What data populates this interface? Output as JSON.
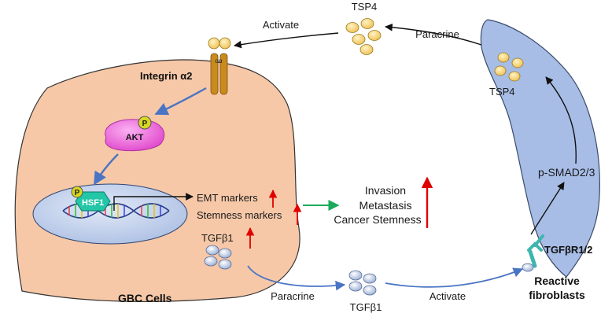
{
  "labels": {
    "tsp4_top": "TSP4",
    "activate_top": "Activate",
    "paracrine_top": "Paracrine",
    "integrin": "Integrin α2",
    "integrin_subunit": "αα",
    "akt": "AKT",
    "phospho_akt": "P",
    "phospho_hsf1": "P",
    "hsf1": "HSF1",
    "emt_markers": "EMT markers",
    "stemness_markers": "Stemness markers",
    "tgfb1_cell": "TGFβ1",
    "outcome_invasion": "Invasion",
    "outcome_metastasis": "Metastasis",
    "outcome_stemness": "Cancer Stemness",
    "gbc_cells": "GBC Cells",
    "paracrine_bottom": "Paracrine",
    "tgfb1_bottom": "TGFβ1",
    "activate_bottom": "Activate",
    "tsp4_fibro": "TSP4",
    "psmad": "p-SMAD2/3",
    "tgfbr": "TGFβR1/2",
    "fibro_line1": "Reactive",
    "fibro_line2": "fibroblasts"
  },
  "colors": {
    "cell_fill": "#f6c8a8",
    "cell_stroke": "#333333",
    "nucleus_fill": "#c7d5ee",
    "fibroblast_fill": "#a7bde6",
    "fibroblast_stroke": "#3a4a6a",
    "tsp4_particle": "#f4d27a",
    "tgfb1_particle": "#c5d3ea",
    "integrin": "#c98a1e",
    "akt": "#ea5fd6",
    "phospho": "#d8d820",
    "hsf1": "#23c6a6",
    "receptor": "#3fb5b0",
    "blue_arrow": "#4a74c4",
    "green_arrow": "#1aaa5a",
    "red_arrow": "#e00000",
    "black_arrow": "#111111"
  }
}
